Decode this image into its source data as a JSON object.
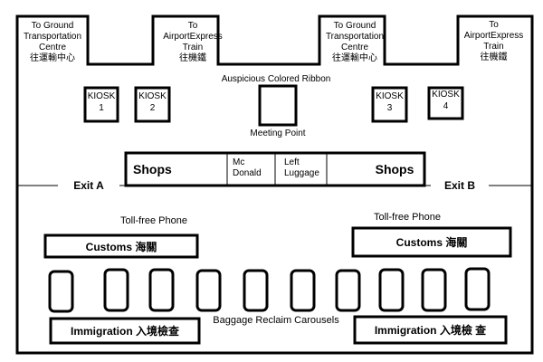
{
  "exits": {
    "left": {
      "line1": "To Ground",
      "line2": "Transportation",
      "line3": "Centre",
      "chinese": "往運輸中心"
    },
    "second": {
      "line1": "To",
      "line2": "AirportExpress",
      "line3": "Train",
      "chinese": "往機鐵"
    },
    "third": {
      "line1": "To Ground",
      "line2": "Transportation",
      "line3": "Centre",
      "chinese": "往運輸中心"
    },
    "right": {
      "line1": "To",
      "line2": "AirportExpress",
      "line3": "Train",
      "chinese": "往機鐵"
    }
  },
  "ribbon_label": "Auspicious Colored Ribbon",
  "meeting_point_label": "Meeting Point",
  "kiosks": [
    {
      "name": "KIOSK",
      "number": "1"
    },
    {
      "name": "KIOSK",
      "number": "2"
    },
    {
      "name": "KIOSK",
      "number": "3"
    },
    {
      "name": "KIOSK",
      "number": "4"
    }
  ],
  "shops_row": {
    "shops_left": "Shops",
    "mcdonald_line1": "Mc",
    "mcdonald_line2": "Donald",
    "luggage_line1": "Left",
    "luggage_line2": "Luggage",
    "shops_right": "Shops"
  },
  "exit_a": "Exit A",
  "exit_b": "Exit B",
  "phone_left": "Toll-free Phone",
  "phone_right": "Toll-free Phone",
  "customs_left": "Customs 海關",
  "customs_right": "Customs 海關",
  "carousels_label": "Baggage Reclaim Carousels",
  "immigration_left": "Immigration 入境檢查",
  "immigration_right": "Immigration 入境檢 查",
  "colors": {
    "line": "#000000",
    "background": "#ffffff"
  }
}
